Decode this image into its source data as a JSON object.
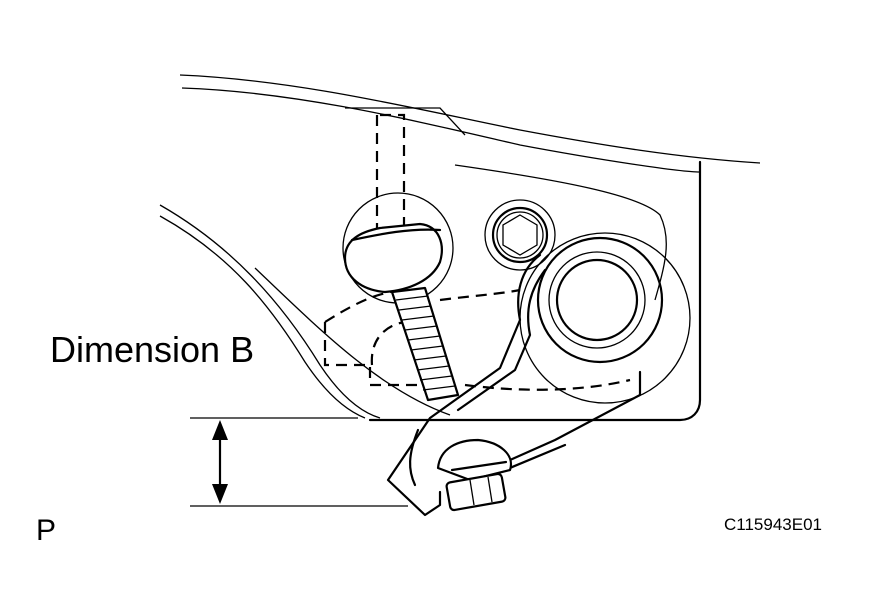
{
  "labels": {
    "dimension": "Dimension B",
    "view_letter": "P",
    "reference_code": "C115943E01"
  },
  "colors": {
    "line": "#000000",
    "background": "#ffffff"
  },
  "icons": {
    "arrow": "double-headed-vertical-arrow",
    "bolt": "hex-bolt",
    "socket_head": "hex-socket-head"
  }
}
